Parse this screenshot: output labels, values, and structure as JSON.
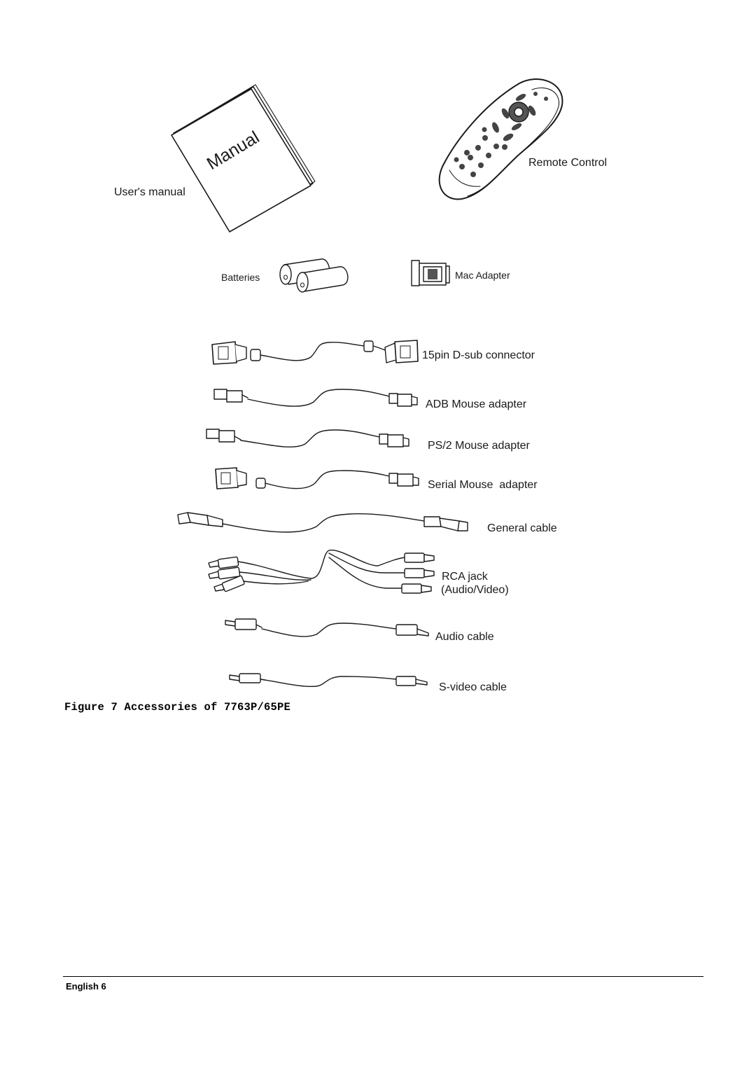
{
  "figure": {
    "caption": "Figure 7 Accessories of 7763P/65PE"
  },
  "accessories": {
    "manual_cover_text": "Manual",
    "users_manual": "User's manual",
    "remote_control": "Remote Control",
    "batteries": "Batteries",
    "mac_adapter": "Mac Adapter",
    "dsub_connector": "15pin D-sub connector",
    "adb_mouse_adapter": "ADB Mouse adapter",
    "ps2_mouse_adapter": "PS/2 Mouse adapter",
    "serial_mouse_adapter": "Serial Mouse  adapter",
    "general_cable": "General cable",
    "rca_jack_line1": "RCA jack",
    "rca_jack_line2": "(Audio/Video)",
    "audio_cable": "Audio cable",
    "svideo_cable": "S-video cable"
  },
  "footer": {
    "page_label": "English 6"
  }
}
